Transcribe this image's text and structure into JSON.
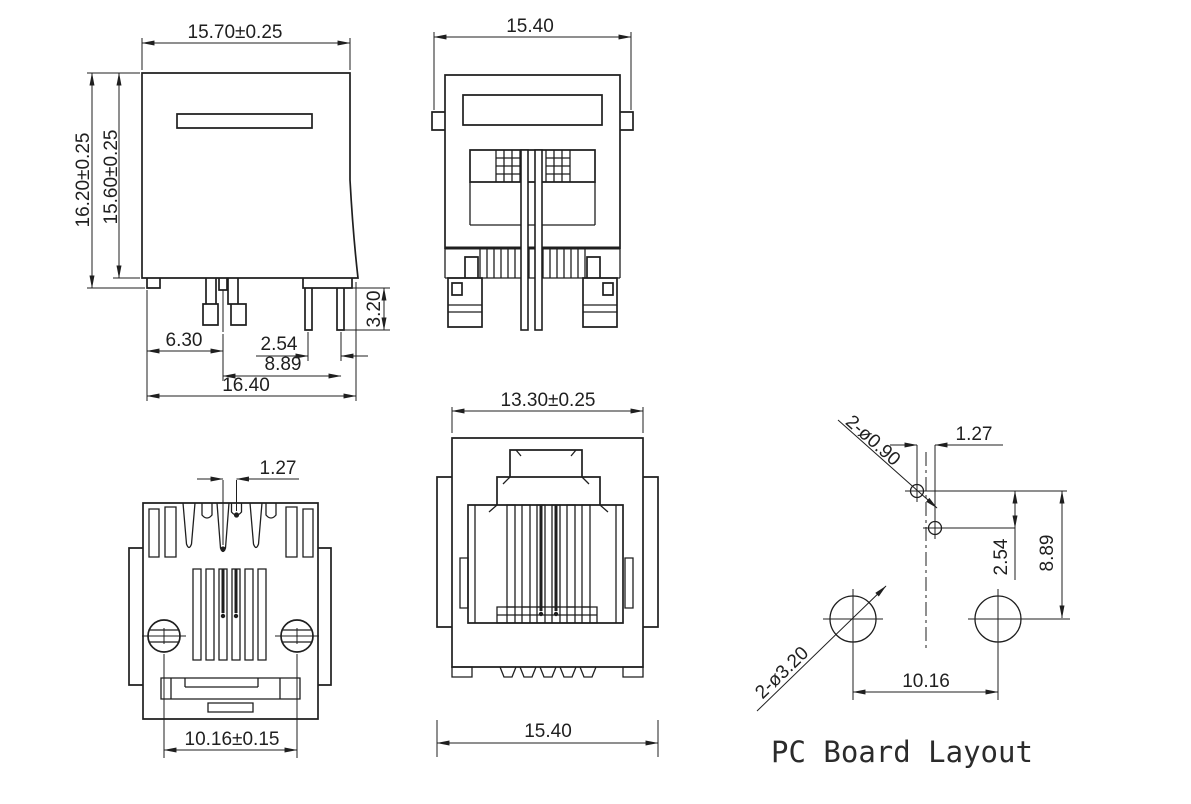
{
  "side": {
    "top_width": "15.70±0.25",
    "outer_height": "16.20±0.25",
    "inner_height": "15.60±0.25",
    "pin_offset": "6.30",
    "pin_pitch": "2.54",
    "pin_span": "8.89",
    "overall_width": "16.40",
    "pin_length": "3.20"
  },
  "rear": {
    "width": "15.40"
  },
  "bottom": {
    "contact_pitch": "1.27",
    "post_spacing": "10.16±0.15"
  },
  "front": {
    "body_width": "13.30±0.25",
    "overall_width": "15.40"
  },
  "pcb": {
    "pin_holes": "2-ø0.90",
    "hole_pitch": "1.27",
    "row_pitch": "2.54",
    "row_span": "8.89",
    "post_holes": "2-ø3.20",
    "post_spacing": "10.16",
    "caption": "PC Board Layout"
  },
  "colors": {
    "line": "#1f1f1f",
    "background": "#ffffff"
  }
}
